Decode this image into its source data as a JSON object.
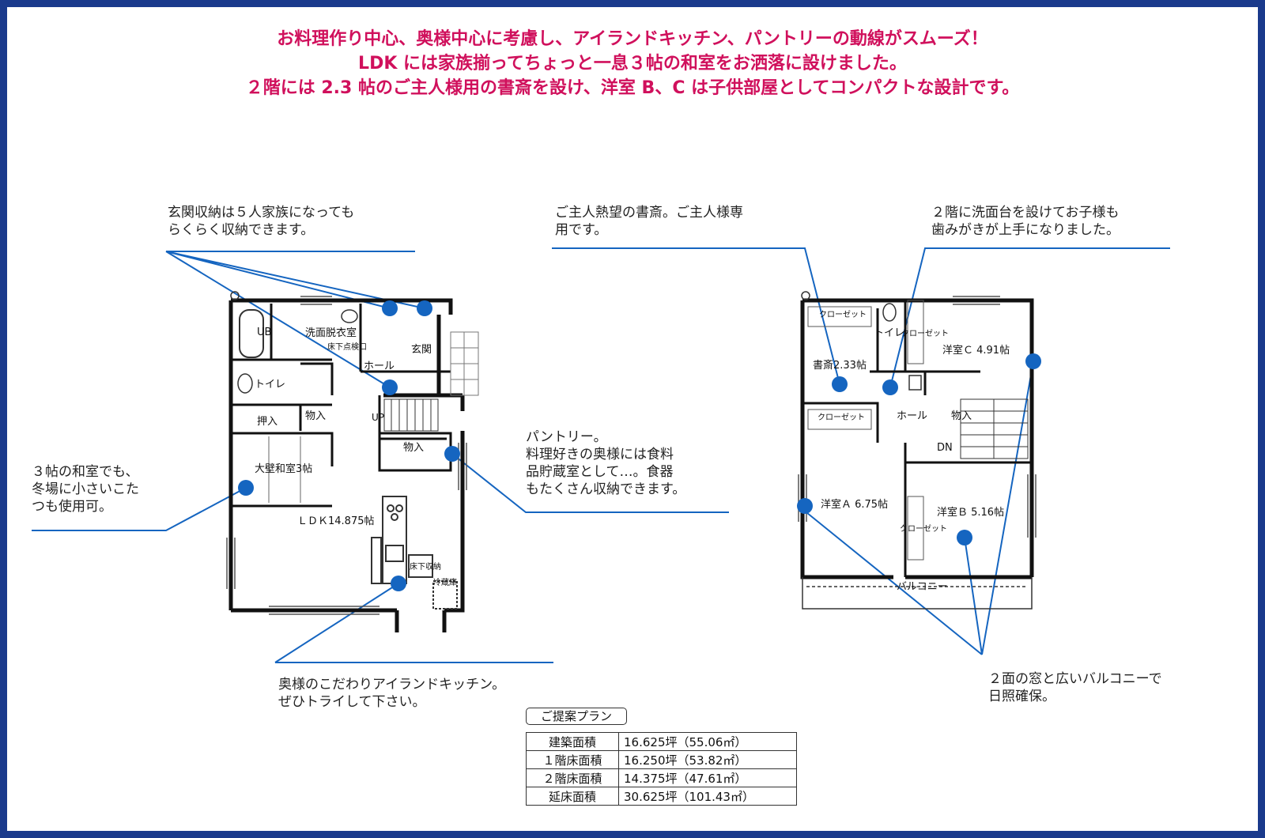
{
  "headline": [
    "お料理作り中心、奥様中心に考慮し、アイランドキッチン、パントリーの動線がスムーズ！",
    "LDK には家族揃ってちょっと一息３帖の和室をお洒落に設けました。",
    "２階には 2.3 帖のご主人様用の書斎を設け、洋室 B、C は子供部屋としてコンパクトな設計です。"
  ],
  "callouts": {
    "entrance_storage": [
      "玄関収納は５人家族になっても",
      "らくらく収納できます。"
    ],
    "tatami": [
      "３帖の和室でも、",
      "冬場に小さいこた",
      "つも使用可。"
    ],
    "pantry": [
      "パントリー。",
      "料理好きの奥様には食料",
      "品貯蔵室として…。食器",
      "もたくさん収納できます。"
    ],
    "kitchen": [
      "奥様のこだわりアイランドキッチン。",
      "ぜひトライして下さい。"
    ],
    "study": [
      "ご主人熱望の書斎。ご主人様専",
      "用です。"
    ],
    "washbasin": [
      "２階に洗面台を設けてお子様も",
      "歯みがきが上手になりました。"
    ],
    "sunlight": [
      "２面の窓と広いバルコニーで",
      "日照確保。"
    ]
  },
  "floor1": {
    "ub": "UB",
    "dressing": "洗面脱衣室",
    "underfloor_inspection": "床下点検口",
    "entrance": "玄関",
    "hall": "ホール",
    "toilet": "トイレ",
    "storage": "物入",
    "oshiire": "押入",
    "tatami_room": "大壁和室3帖",
    "up": "UP",
    "pantry": "物入",
    "ldk": "ＬＤＫ14.875帖",
    "underfloor_storage": "床下収納",
    "fridge": "冷蔵庫"
  },
  "floor2": {
    "closet_study": "クローゼット",
    "toilet": "トイレ",
    "closet_c": "クローゼット",
    "room_c": "洋室Ｃ 4.91帖",
    "study": "書斎2.33帖",
    "hall": "ホール",
    "storage": "物入",
    "closet_a": "クローゼット",
    "dn": "DN",
    "room_a": "洋室Ａ 6.75帖",
    "room_b": "洋室Ｂ 5.16帖",
    "closet_b": "クローゼット",
    "balcony": "バルコニー"
  },
  "area": {
    "title": "ご提案プラン",
    "rows": [
      {
        "label": "建築面積",
        "value": "16.625坪（55.06㎡）"
      },
      {
        "label": "１階床面積",
        "value": "16.250坪（53.82㎡）"
      },
      {
        "label": "２階床面積",
        "value": "14.375坪（47.61㎡）"
      },
      {
        "label": "延床面積",
        "value": "30.625坪（101.43㎡）"
      }
    ]
  },
  "colors": {
    "frame": "#1a3a8c",
    "headline": "#d0105c",
    "marker": "#1565c0",
    "leader": "#1565c0",
    "wall": "#111111"
  }
}
